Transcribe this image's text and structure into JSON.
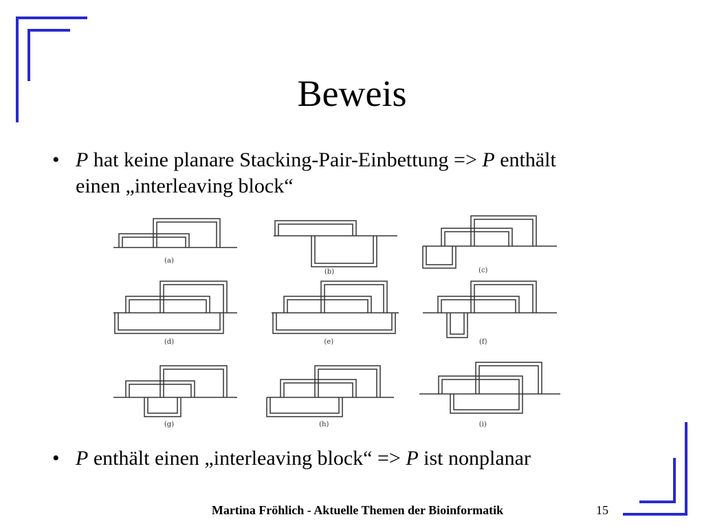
{
  "slide": {
    "title": "Beweis",
    "bullets": [
      {
        "marker": "•",
        "lines": [
          [
            {
              "t": "P",
              "i": true
            },
            {
              "t": " hat keine planare Stacking-Pair-Einbettung => "
            },
            {
              "t": "P",
              "i": true
            },
            {
              "t": " enthält"
            }
          ],
          [
            {
              "t": "einen „interleaving block“"
            }
          ]
        ]
      },
      {
        "marker": "•",
        "lines": [
          [
            {
              "t": "P",
              "i": true
            },
            {
              "t": " enthält einen „interleaving block“ => "
            },
            {
              "t": "P",
              "i": true
            },
            {
              "t": " ist nonplanar"
            }
          ]
        ]
      }
    ],
    "figure_labels": [
      "(a)",
      "(b)",
      "(c)",
      "(d)",
      "(e)",
      "(f)",
      "(g)",
      "(h)",
      "(i)"
    ],
    "footer": "Martina Fröhlich - Aktuelle Themen der Bioinformatik",
    "page_number": "15",
    "accent_color": "#2a2ad0"
  }
}
